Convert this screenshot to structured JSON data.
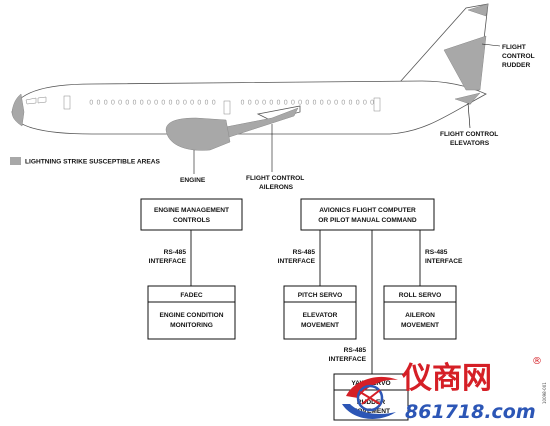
{
  "labels": {
    "rudder": [
      "FLIGHT",
      "CONTROL",
      "RUDDER"
    ],
    "elevators": [
      "FLIGHT CONTROL",
      "ELEVATORS"
    ],
    "legend": "LIGHTNING STRIKE SUSCEPTIBLE AREAS",
    "engine": "ENGINE",
    "ailerons": [
      "FLIGHT CONTROL",
      "AILERONS"
    ]
  },
  "boxes": {
    "emc": [
      "ENGINE MANAGEMENT",
      "CONTROLS"
    ],
    "afc": [
      "AVIONICS FLIGHT COMPUTER",
      "OR PILOT MANUAL COMMAND"
    ],
    "fadec": {
      "title": "FADEC",
      "body": [
        "ENGINE CONDITION",
        "MONITORING"
      ]
    },
    "pitch": {
      "title": "PITCH SERVO",
      "body": [
        "ELEVATOR",
        "MOVEMENT"
      ]
    },
    "roll": {
      "title": "ROLL SERVO",
      "body": [
        "AILERON",
        "MOVEMENT"
      ]
    },
    "yaw": {
      "title": "YAW SERVO",
      "body": [
        "RUDDER",
        "MOVEMENT"
      ]
    }
  },
  "interfaces": {
    "fadec": [
      "RS-485",
      "INTERFACE"
    ],
    "pitch": [
      "RS-485",
      "INTERFACE"
    ],
    "roll": [
      "RS-485",
      "INTERFACE"
    ],
    "yaw": [
      "RS-485",
      "INTERFACE"
    ]
  },
  "watermark": {
    "chinese": "仪商网",
    "registered": "®",
    "domain": "861718.com"
  },
  "figure_code": "10098-001",
  "colors": {
    "susceptible_area": "#a8a8a8",
    "watermark_red": "#d51f26",
    "watermark_blue": "#2c56b6"
  }
}
